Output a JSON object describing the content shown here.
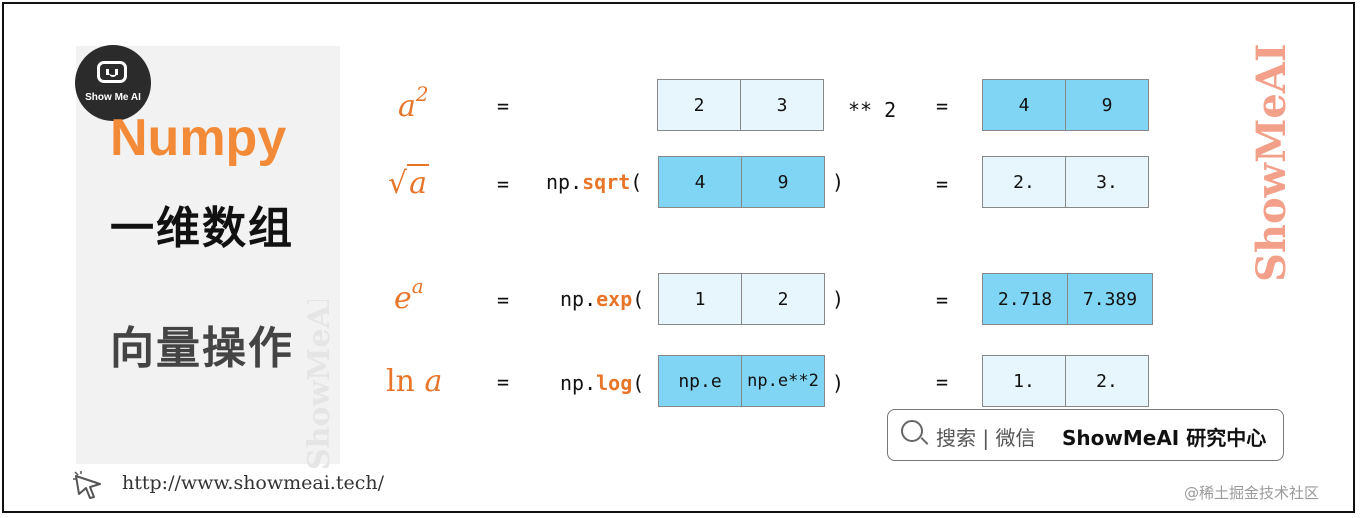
{
  "brand": {
    "logo_text": "Show Me AI",
    "watermark": "ShowMeAI",
    "url": "http://www.showmeai.tech/",
    "search_label": "搜索 | 微信",
    "search_brand": "ShowMeAI 研究中心",
    "juejin": "@稀土掘金技术社区"
  },
  "title": {
    "line1": "Numpy",
    "line2": "一维数组",
    "line3": "向量操作"
  },
  "equals": "=",
  "rows": {
    "r1": {
      "base": "a",
      "exp": "2",
      "input": [
        "2",
        "3"
      ],
      "op": "** 2",
      "output": [
        "4",
        "9"
      ]
    },
    "r2": {
      "sqrt_sign": "√",
      "arg": "a",
      "prefix": "np.",
      "fn": "sqrt",
      "open": "(",
      "close": ")",
      "input": [
        "4",
        "9"
      ],
      "output": [
        "2.",
        "3."
      ]
    },
    "r3": {
      "base": "e",
      "exp": "a",
      "prefix": "np.",
      "fn": "exp",
      "open": "(",
      "close": ")",
      "input": [
        "1",
        "2"
      ],
      "output": [
        "2.718",
        "7.389"
      ]
    },
    "r4": {
      "ln": "ln",
      "arg": "a",
      "prefix": "np.",
      "fn": "log",
      "open": "(",
      "close": ")",
      "input": [
        "np.e",
        "np.e**2"
      ],
      "output": [
        "1.",
        "2."
      ]
    }
  },
  "colors": {
    "orange": "#e8762a",
    "light_cell": "#e6f6fc",
    "dark_cell": "#7fd5f3"
  },
  "icons": [
    "robot-icon",
    "search-icon",
    "cursor-icon"
  ]
}
